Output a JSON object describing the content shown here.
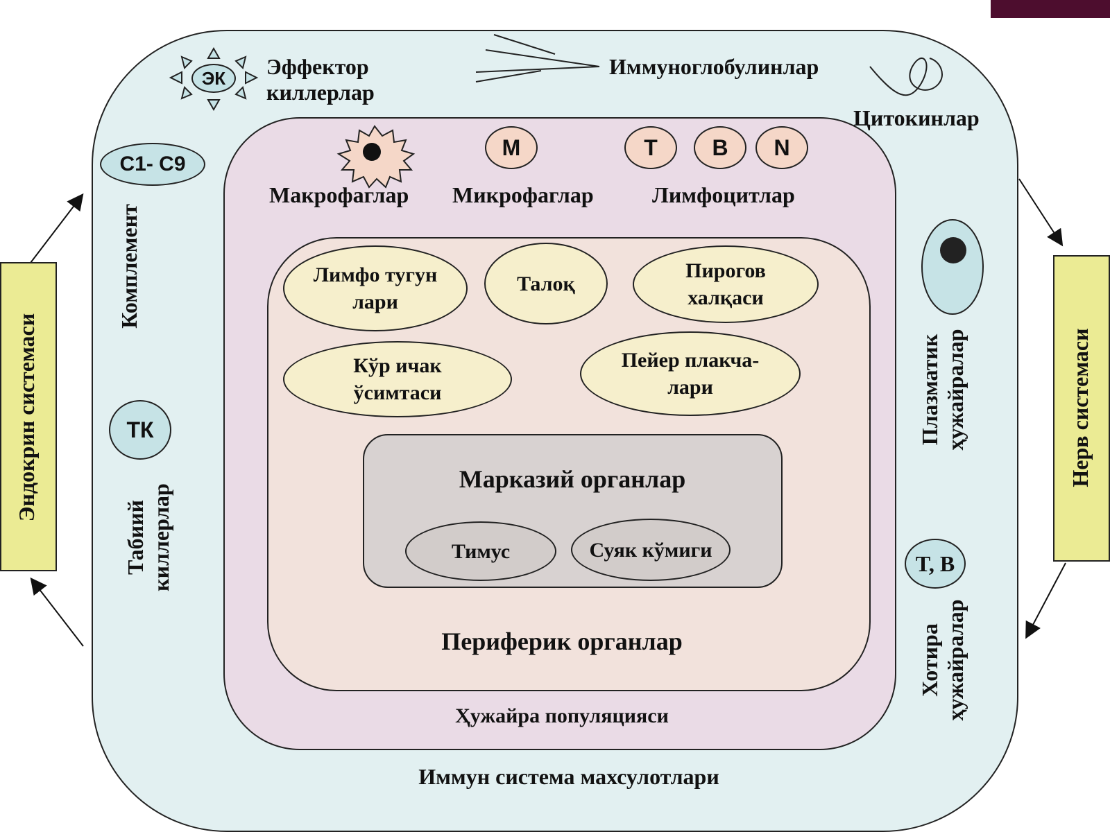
{
  "colors": {
    "outer": "#e2f0f1",
    "cell_population": "#eadbe6",
    "peripheral": "#f2e2dc",
    "central": "#d8d2d1",
    "organ_oval": "#f6efcc",
    "central_oval": "#d2ccca",
    "cell_circle": "#f5d7c8",
    "blue_circle": "#c6e3e6",
    "side_box": "#ebeb94",
    "top_bar": "#4d0d2e"
  },
  "outer": {
    "label": "Иммун система махсулотлари",
    "effector": {
      "badge": "ЭК",
      "label_line1": "Эффектор",
      "label_line2": "киллерлар"
    },
    "immunoglobulins": "Иммуноглобулинлар",
    "cytokines": "Цитокинлар",
    "complement": {
      "badge": "C1- C9",
      "label": "Комплемент"
    },
    "natural_killers": {
      "badge": "ТК",
      "label_line1": "Табиий",
      "label_line2": "киллерлар"
    },
    "plasma_cells": {
      "label_line1": "Плазматик",
      "label_line2": "ҳужайралар"
    },
    "memory_cells": {
      "badge": "T, B",
      "label_line1": "Хотира",
      "label_line2": "ҳужайралар"
    }
  },
  "cell_population": {
    "label": "Ҳужайра популяцияси",
    "macrophages": "Макрофаглар",
    "microphages": {
      "badge": "M",
      "label": "Микрофаглар"
    },
    "lymphocytes": {
      "badges": [
        "T",
        "B",
        "N"
      ],
      "label": "Лимфоцитлар"
    }
  },
  "peripheral": {
    "label": "Периферик органлар",
    "organs": [
      {
        "line1": "Лимфо тугун",
        "line2": "лари"
      },
      {
        "line1": "Талоқ",
        "line2": ""
      },
      {
        "line1": "Пирогов",
        "line2": "халқаси"
      },
      {
        "line1": "Кўр ичак",
        "line2": "ўсимтаси"
      },
      {
        "line1": "Пейер плакча-",
        "line2": "лари"
      }
    ]
  },
  "central": {
    "label": "Марказий органлар",
    "organs": [
      "Тимус",
      "Суяк кўмиги"
    ]
  },
  "side_boxes": {
    "left": "Эндокрин системаси",
    "right": "Нерв системаси"
  }
}
